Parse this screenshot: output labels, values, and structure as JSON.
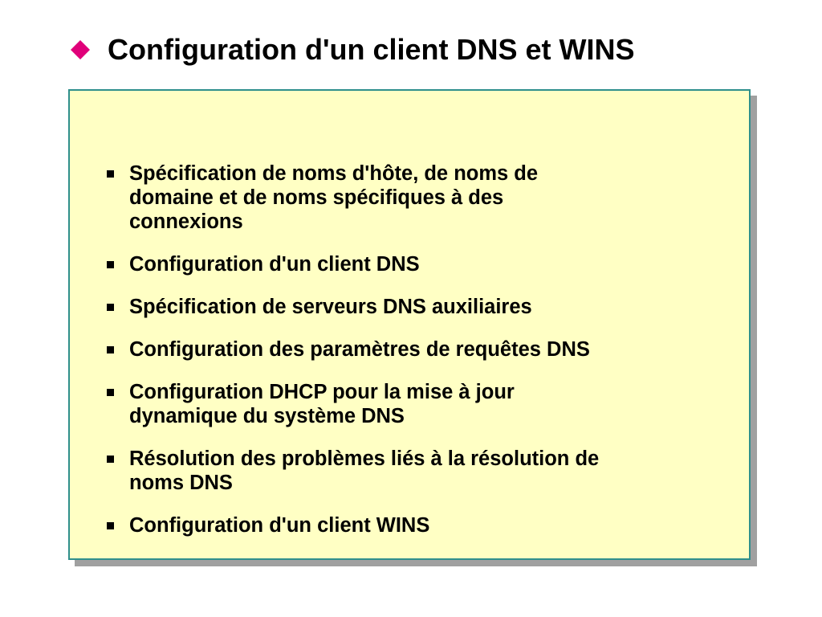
{
  "slide": {
    "title": "Configuration d'un client DNS et WINS",
    "title_icon": "diamond-icon",
    "accent_color": "#e0007a",
    "box_background": "#ffffc4",
    "box_border_color": "#2f8f8c",
    "bullets": [
      {
        "lines": [
          "Spécification de noms d'hôte, de noms de",
          "domaine et de noms spécifiques à des",
          "connexions"
        ]
      },
      {
        "lines": [
          "Configuration d'un client DNS"
        ]
      },
      {
        "lines": [
          "Spécification de serveurs DNS auxiliaires"
        ]
      },
      {
        "lines": [
          "Configuration des paramètres de requêtes DNS"
        ]
      },
      {
        "lines": [
          "Configuration DHCP pour la mise à jour",
          "dynamique du système DNS"
        ]
      },
      {
        "lines": [
          "Résolution des problèmes liés à la résolution de",
          "noms DNS"
        ]
      },
      {
        "lines": [
          "Configuration d'un client WINS"
        ]
      }
    ]
  }
}
